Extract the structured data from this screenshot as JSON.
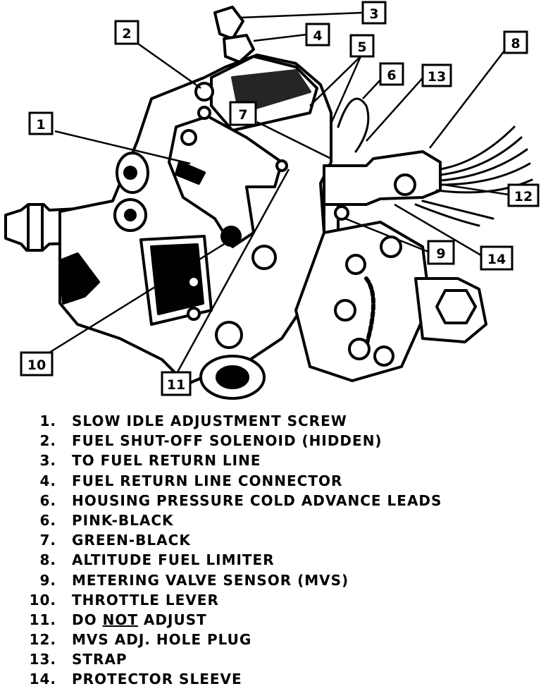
{
  "callouts": [
    "1",
    "2",
    "3",
    "4",
    "5",
    "6",
    "7",
    "8",
    "9",
    "10",
    "11",
    "12",
    "13",
    "14"
  ],
  "legend": [
    {
      "num": "1.",
      "text": "SLOW IDLE ADJUSTMENT SCREW"
    },
    {
      "num": "2.",
      "text": "FUEL SHUT-OFF SOLENOID (HIDDEN)"
    },
    {
      "num": "3.",
      "text": "TO FUEL RETURN LINE"
    },
    {
      "num": "4.",
      "text": "FUEL RETURN LINE CONNECTOR"
    },
    {
      "num": "6.",
      "text": "HOUSING PRESSURE COLD ADVANCE LEADS"
    },
    {
      "num": "6.",
      "text": "PINK-BLACK"
    },
    {
      "num": "7.",
      "text": "GREEN-BLACK"
    },
    {
      "num": "8.",
      "text": "ALTITUDE FUEL LIMITER"
    },
    {
      "num": "9.",
      "text": "METERING VALVE SENSOR (MVS)"
    },
    {
      "num": "10.",
      "text": "THROTTLE LEVER"
    },
    {
      "num": "11.",
      "text_a": "DO ",
      "text_u": "NOT",
      "text_b": " ADJUST"
    },
    {
      "num": "12.",
      "text": "MVS ADJ. HOLE PLUG"
    },
    {
      "num": "13.",
      "text": "STRAP"
    },
    {
      "num": "14.",
      "text": "PROTECTOR SLEEVE"
    }
  ]
}
